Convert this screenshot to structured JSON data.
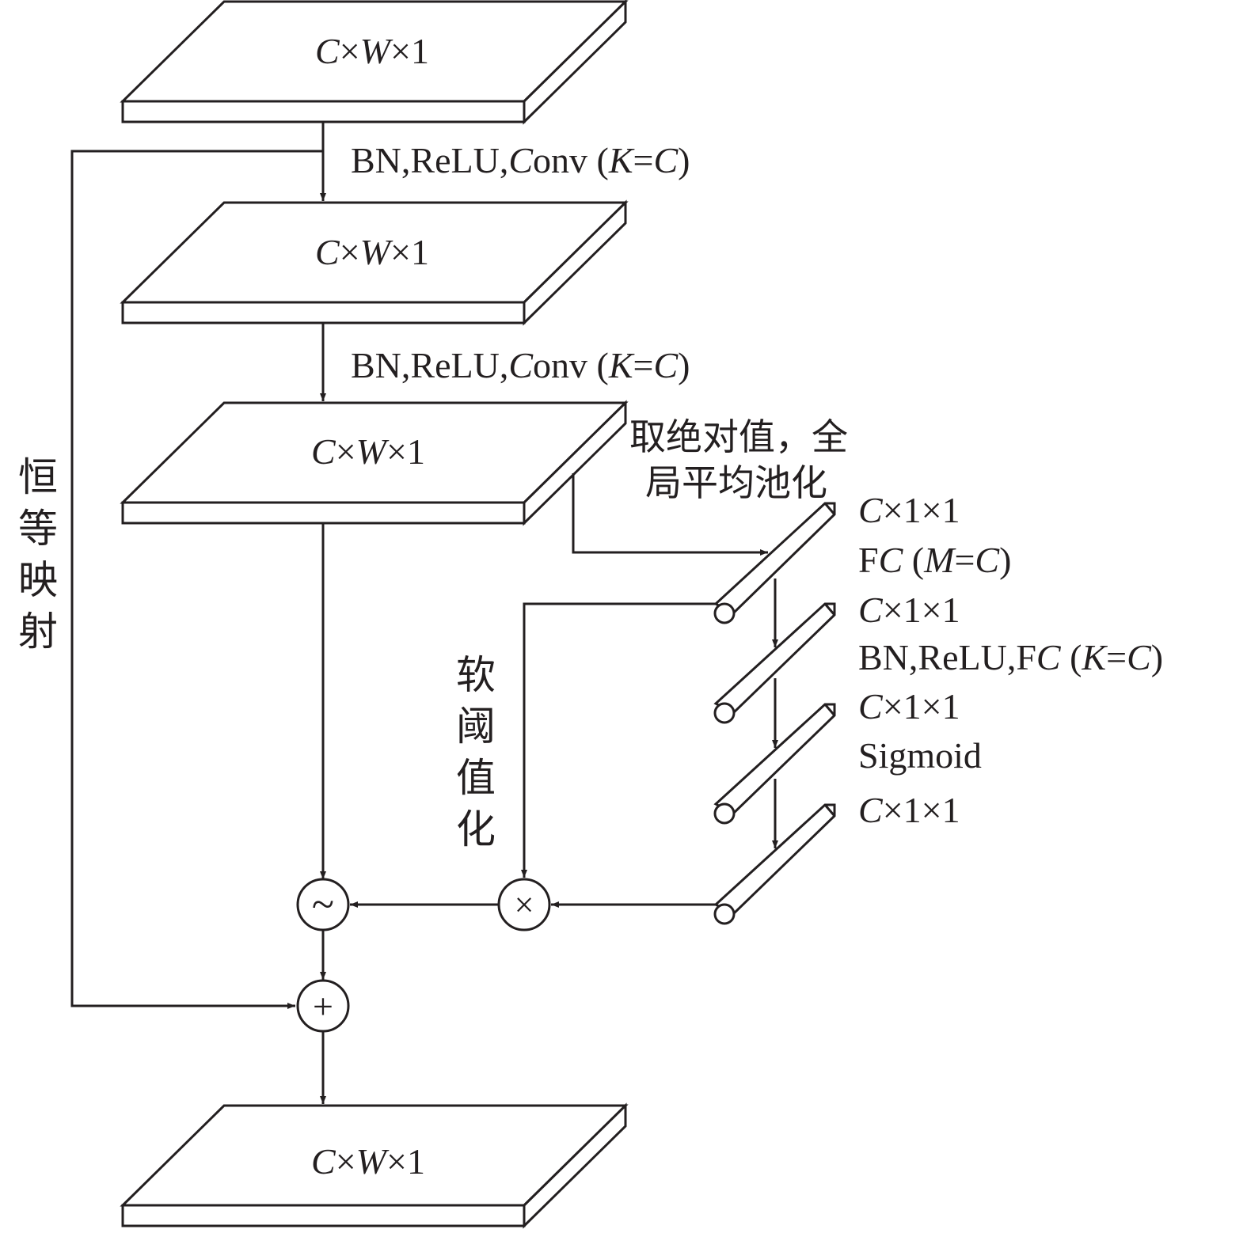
{
  "tensors": {
    "input": "C×W×1",
    "conv1_out": "C×W×1",
    "conv2_out": "C×W×1",
    "output": "C×W×1"
  },
  "ops": {
    "conv1": "BN,ReLU,Conv (K=C)",
    "conv2": "BN,ReLU,Conv (K=C)",
    "abs_pool_line1": "取绝对值，全",
    "abs_pool_line2": "局平均池化",
    "fc1": "FC (M=C)",
    "fc2": "BN,ReLU,FC (K=C)",
    "sigmoid": "Sigmoid"
  },
  "vectors": {
    "v1": "C×1×1",
    "v2": "C×1×1",
    "v3": "C×1×1",
    "v4": "C×1×1"
  },
  "side_labels": {
    "identity": [
      "恒",
      "等",
      "映",
      "射"
    ],
    "soft_threshold": [
      "软",
      "阈",
      "值",
      "化"
    ]
  },
  "symbols": {
    "soft_threshold_node": "~",
    "multiply_node": "×",
    "add_node": "+"
  },
  "colors": {
    "ink": "#231f20",
    "background": "#ffffff"
  }
}
